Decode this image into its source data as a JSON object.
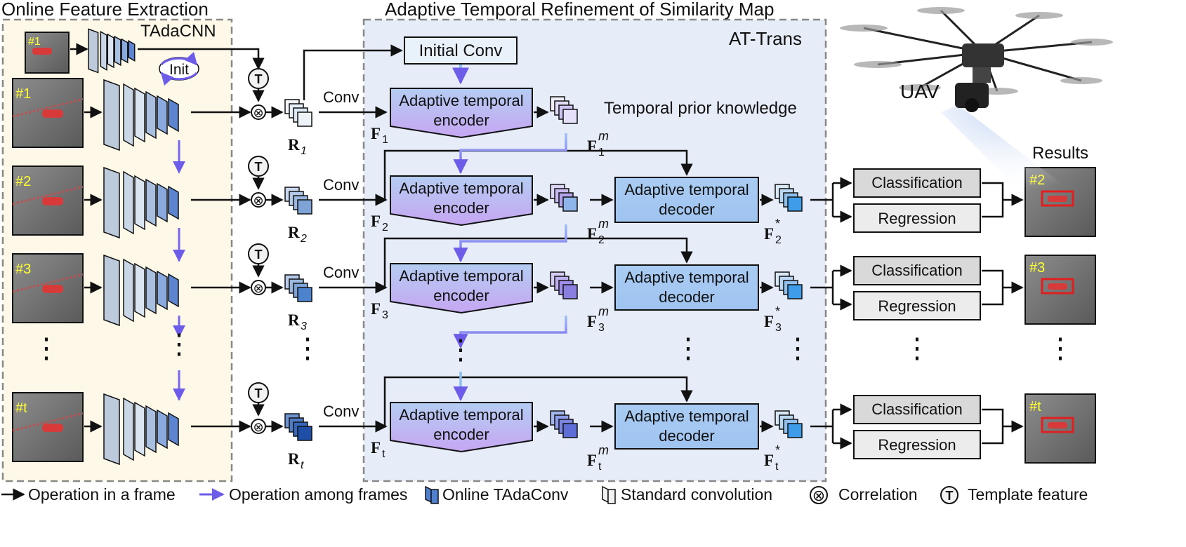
{
  "sections": {
    "feature_extraction": "Online Feature Extraction",
    "refinement": "Adaptive Temporal Refinement of Similarity Map",
    "at_trans": "AT-Trans"
  },
  "backbone": {
    "name": "TAdaCNN",
    "init": "Init"
  },
  "frame_tags": [
    "#1",
    "#1",
    "#2",
    "#3",
    "#t"
  ],
  "result_tags": [
    "#2",
    "#3",
    "#t"
  ],
  "template_symbol": "T",
  "correlation_symbol": "⊗",
  "conv_label": "Conv",
  "initial_conv": "Initial Conv",
  "encoder": {
    "line1": "Adaptive temporal",
    "line2": "encoder"
  },
  "decoder": {
    "line1": "Adaptive temporal",
    "line2": "decoder"
  },
  "temporal_prior": "Temporal prior knowledge",
  "math": {
    "R_letter": "R",
    "R_subs": [
      "1",
      "2",
      "3",
      "t"
    ],
    "F_letter": "F",
    "F_subs": [
      "1",
      "2",
      "3",
      "t"
    ],
    "m_sup": "m",
    "star_sup": "*"
  },
  "heads": {
    "classification": "Classification",
    "regression": "Regression"
  },
  "uav": "UAV",
  "results": "Results",
  "ellipsis": "⋮",
  "legend": {
    "op_frame": "Operation in a frame",
    "op_among": "Operation among frames",
    "online_tadaconv": "Online TAdaConv",
    "standard_conv": "Standard convolution",
    "correlation": "Correlation",
    "template": "Template feature"
  },
  "colors": {
    "left_panel": "#fdf8e8",
    "mid_panel": "#e7edf8",
    "purple_arrow": "#7766ee",
    "light_arrow": "#8ebfef",
    "bbox_red": "#e02020",
    "tag_yellow": "#ffff33"
  }
}
